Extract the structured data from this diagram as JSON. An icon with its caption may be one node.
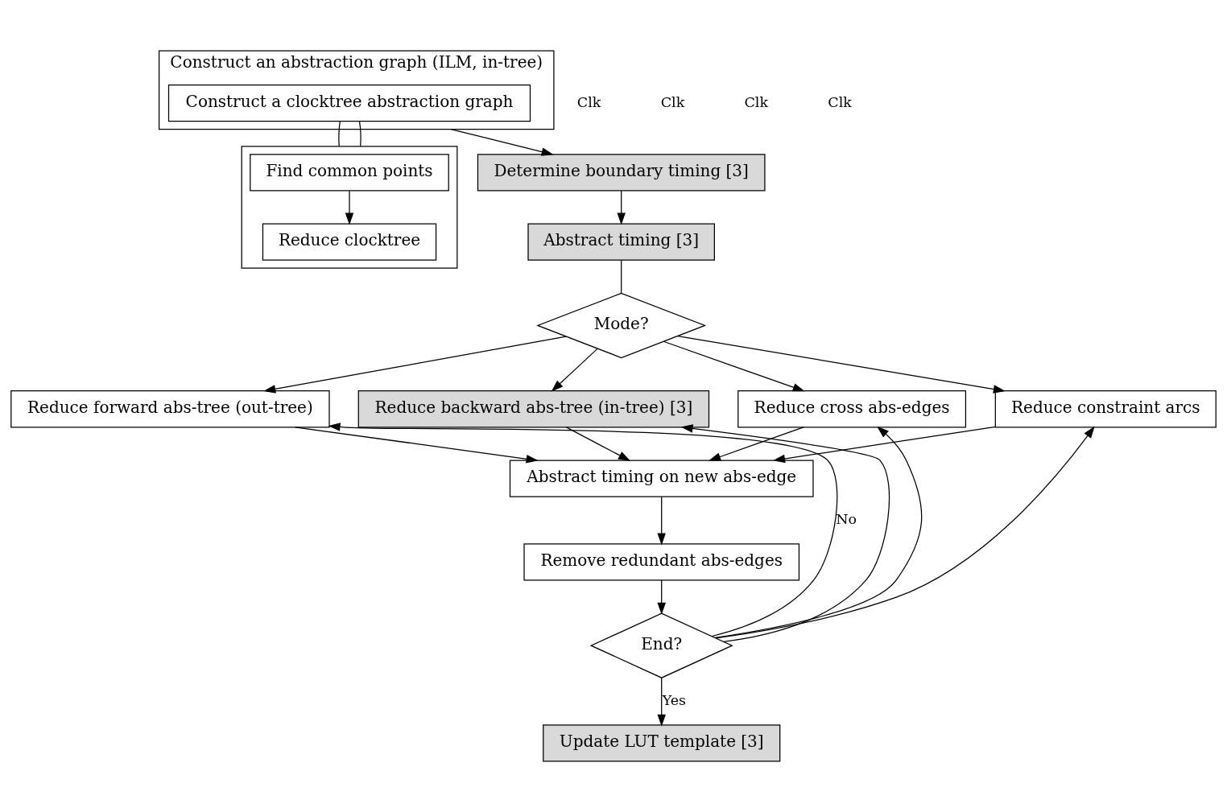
{
  "diagram": {
    "nodes": [
      {
        "text": [
          "Construct an abstraction graph (ILM, in-tree)"
        ]
      },
      {
        "text": [
          "Construct a clocktree abstraction graph"
        ],
        "in": 0
      },
      {
        "text": [],
        "shape": "box"
      },
      {
        "text": [
          "Find common points"
        ],
        "in": 2
      },
      {
        "text": [
          "Reduce clocktree"
        ],
        "in": 2
      },
      {
        "text": [
          "Determine boundary timing [3]"
        ]
      },
      {
        "text": [
          "Abstract timing [3]"
        ]
      },
      {
        "text": [
          "Mode?"
        ]
      },
      {
        "text": [
          "Reduce forward abs-tree (out-tree)"
        ]
      },
      {
        "text": [
          "Reduce backward abs-tree (in-tree) [3]"
        ]
      },
      {
        "text": [
          "Reduce cross abs-edges"
        ]
      },
      {
        "text": [
          "Reduce constraint arcs"
        ]
      },
      {
        "text": [
          "Abstract timing on new abs-edge"
        ]
      },
      {
        "text": [
          "Remove redundant abs-edges"
        ]
      },
      {
        "text": [
          "End?"
        ]
      },
      {
        "text": [
          "Update LUT template [3]"
        ]
      }
    ],
    "edges": [
      {
        "from": 1,
        "to": 2,
        "arrow": "none"
      },
      {
        "from": 1,
        "to": 2,
        "arrow": "none"
      },
      {
        "from": 3,
        "to": 4,
        "arrow": "to"
      },
      {
        "from": 0,
        "to": 5,
        "arrow": "to"
      },
      {
        "from": 5,
        "to": 6,
        "arrow": "to"
      },
      {
        "from": 6,
        "to": 7,
        "arrow": "none"
      },
      {
        "from": 7,
        "to": 8,
        "arrow": "to"
      },
      {
        "from": 7,
        "to": 9,
        "arrow": "to"
      },
      {
        "from": 7,
        "to": 10,
        "arrow": "to"
      },
      {
        "from": 7,
        "to": 11,
        "arrow": "to"
      },
      {
        "from": 8,
        "to": 12,
        "arrow": "to"
      },
      {
        "from": 9,
        "to": 12,
        "arrow": "to"
      },
      {
        "from": 10,
        "to": 12,
        "arrow": "to"
      },
      {
        "from": 11,
        "to": 12,
        "arrow": "to"
      },
      {
        "from": 12,
        "to": 13,
        "arrow": "to"
      },
      {
        "from": 13,
        "to": 14,
        "arrow": "to"
      },
      {
        "from": 14,
        "to": 15,
        "label": "Yes",
        "arrow": "to"
      },
      {
        "from": 14,
        "to": 8,
        "label": "No",
        "arrow": "to"
      },
      {
        "from": 14,
        "to": 9,
        "arrow": "to"
      },
      {
        "from": 14,
        "to": 10,
        "arrow": "to"
      },
      {
        "from": 14,
        "to": 11,
        "arrow": "to"
      }
    ],
    "labels": [
      "Clk",
      "Clk",
      "Clk",
      "Clk"
    ]
  }
}
